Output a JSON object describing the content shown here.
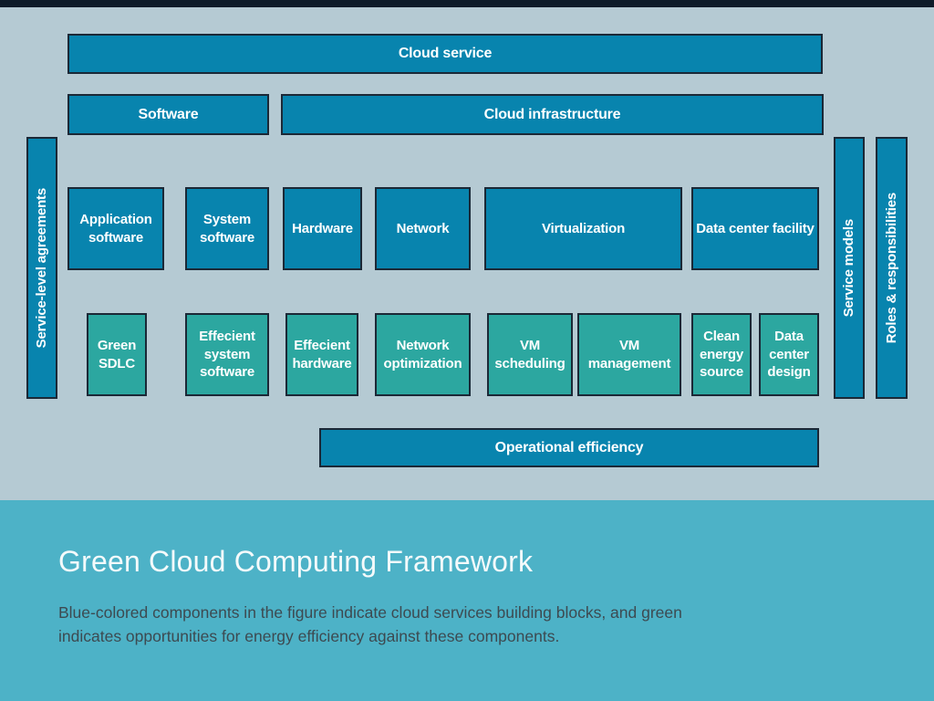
{
  "diagram": {
    "cloud_service": "Cloud service",
    "software": "Software",
    "cloud_infrastructure": "Cloud infrastructure",
    "left_rail": "Service-level agreements",
    "right_rail_service_models": "Service models",
    "right_rail_roles": "Roles & responsibilities",
    "blue_boxes": [
      {
        "label": "Application software"
      },
      {
        "label": "System software"
      },
      {
        "label": "Hardware"
      },
      {
        "label": "Network"
      },
      {
        "label": "Virtualization"
      },
      {
        "label": "Data center facility"
      }
    ],
    "green_boxes": [
      {
        "label": "Green SDLC"
      },
      {
        "label": "Effecient system software"
      },
      {
        "label": "Effecient hardware"
      },
      {
        "label": "Network optimization"
      },
      {
        "label": "VM scheduling"
      },
      {
        "label": "VM management"
      },
      {
        "label": "Clean energy source"
      },
      {
        "label": "Data center design"
      }
    ],
    "operational_efficiency": "Operational efficiency"
  },
  "footer": {
    "title": "Green Cloud Computing Framework",
    "description": "Blue-colored components in the figure indicate cloud services building blocks, and green indicates opportunities for energy efficiency against these components."
  },
  "colors": {
    "blue_component": "#0884ae",
    "green_component": "#2ca7a0",
    "box_border": "#1b2836",
    "diagram_background": "#b5cad3",
    "footer_background": "#4db2c7",
    "top_strip": "#0e1b29",
    "title_text": "#f4fafb",
    "description_text": "#3d4a51"
  }
}
